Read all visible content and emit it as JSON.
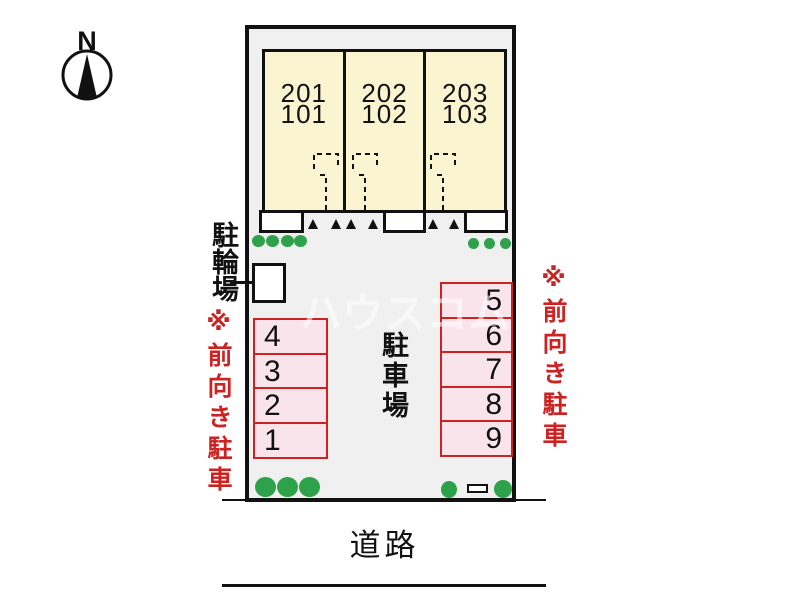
{
  "compass": {
    "label": "N"
  },
  "building": {
    "units": [
      {
        "line1": "201",
        "line2": "101"
      },
      {
        "line1": "202",
        "line2": "102"
      },
      {
        "line1": "203",
        "line2": "103"
      }
    ]
  },
  "labels": {
    "bicycle_parking": "駐輪場",
    "car_parking": "駐車場",
    "road": "道路",
    "note_left": "※前向き駐車",
    "note_right": "※前向き駐車"
  },
  "parking": {
    "left_spaces": [
      "4",
      "3",
      "2",
      "1"
    ],
    "right_spaces": [
      "5",
      "6",
      "7",
      "8",
      "9"
    ]
  },
  "watermark": {
    "text": "ハウスコム"
  },
  "colors": {
    "building_fill": "#faf5d0",
    "space_fill": "#fae4ec",
    "space_border": "#cc2222",
    "note_text": "#cc2222",
    "greenery": "#2ea24a",
    "site_fill": "#f0f0f0",
    "line": "#111111"
  }
}
